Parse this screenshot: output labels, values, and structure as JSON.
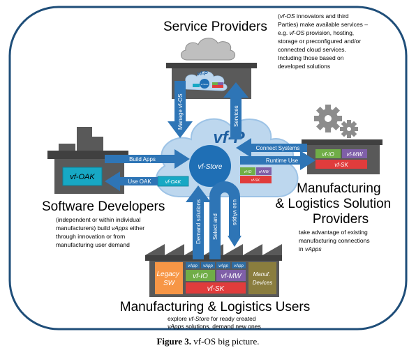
{
  "colors": {
    "frame": "#1f4e79",
    "cloud": "#bdd7ee",
    "cloud_title": "#1f5fa0",
    "store": "#1f6fb5",
    "arrow": "#2e75b6",
    "house_dark": "#595959",
    "legacy": "#f79646",
    "vf_io": "#70ad47",
    "vf_mw": "#7f5fa8",
    "vf_sk": "#e03c3c",
    "vapp": "#2e6da4",
    "manuf": "#8a7d3e",
    "teal": "#17a8c4",
    "gear": "#8c8c8c"
  },
  "service_providers": {
    "title": "Service Providers",
    "desc": [
      [
        "(",
        "vf-OS",
        " innovators and third"
      ],
      [
        "Parties) make available services –"
      ],
      [
        "e.g. ",
        "vf-OS",
        " provision, hosting,"
      ],
      [
        "storage or preconfigured and/or"
      ],
      [
        "connected cloud services."
      ],
      [
        "Including those based on"
      ],
      [
        "developed solutions"
      ]
    ],
    "box_cloud_label": "vf-P",
    "mini_store_label": "vf-Store",
    "mini_boxes": [
      "vf-IO",
      "vf-MW",
      "vf-SK"
    ]
  },
  "cloud": {
    "title": "vf-P",
    "store_label": "vf-Store"
  },
  "arrows": {
    "manage": "Manage vf-OS",
    "services": "Services",
    "build_apps": "Build Apps",
    "use_oak": "Use OAK",
    "connect_systems": "Connect Systems",
    "runtime_use": "Runtime Use",
    "demand_solutions": "Demand solutions",
    "select_and": "Select and",
    "use_vapps": "use vApps"
  },
  "cloud_boxes": {
    "vf_oak_small": "vf-OAK",
    "io": "vf-IO",
    "mw": "vf-MW",
    "sk": "vf-SK"
  },
  "software_developers": {
    "title": "Software Developers",
    "vf_oak_label": "vf-OAK",
    "desc": [
      [
        "(independent or within individual"
      ],
      [
        "manufacturers) build ",
        "vApps",
        " either"
      ],
      [
        "through innovation or from"
      ],
      [
        "manufacturing user demand"
      ]
    ]
  },
  "manufacturing_providers": {
    "title_lines": [
      "Manufacturing",
      "& Logistics Solution",
      "Providers"
    ],
    "box_labels": [
      "vf-IO",
      "vf-MW",
      "vf-SK"
    ],
    "desc": [
      [
        "take advantage of existing"
      ],
      [
        "manufacturing connections"
      ],
      [
        "in ",
        "vApps",
        ""
      ]
    ]
  },
  "users": {
    "title": "Manufacturing & Logistics Users",
    "legacy_label": [
      "Legacy",
      "SW"
    ],
    "vapp_label": "vApp",
    "io": "vf-IO",
    "mw": "vf-MW",
    "sk": "vf-SK",
    "manuf_label": [
      "Manuf.",
      "Devices"
    ],
    "desc": [
      [
        "explore ",
        "vf-Store",
        " for ready created"
      ],
      [
        "",
        "vApps",
        " solutions, demand new ones"
      ]
    ]
  },
  "caption": {
    "bold": "Figure 3.",
    "rest": " vf-OS big picture."
  }
}
